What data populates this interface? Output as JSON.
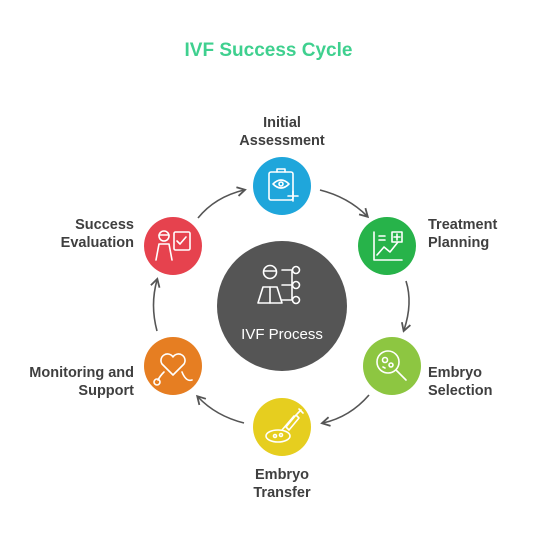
{
  "title": "IVF Success Cycle",
  "colors": {
    "title": "#3fd08f",
    "center": "#555555",
    "arrow": "#555555",
    "label": "#3f3f3f"
  },
  "center": {
    "label": "IVF Process",
    "icon": "doctor-network-icon"
  },
  "steps": [
    {
      "line1": "Initial",
      "line2": "Assessment",
      "color": "#1fa6db",
      "icon": "clipboard-eye-icon"
    },
    {
      "line1": "Treatment",
      "line2": "Planning",
      "color": "#27b34a",
      "icon": "chart-plus-icon"
    },
    {
      "line1": "Embryo",
      "line2": "Selection",
      "color": "#8dc641",
      "icon": "magnifier-icon"
    },
    {
      "line1": "Embryo",
      "line2": "Transfer",
      "color": "#e6ce1f",
      "icon": "syringe-dish-icon"
    },
    {
      "line1": "Monitoring and",
      "line2": "Support",
      "color": "#e67e22",
      "icon": "heart-stethoscope-icon"
    },
    {
      "line1": "Success",
      "line2": "Evaluation",
      "color": "#e6424e",
      "icon": "doctor-checklist-icon"
    }
  ]
}
